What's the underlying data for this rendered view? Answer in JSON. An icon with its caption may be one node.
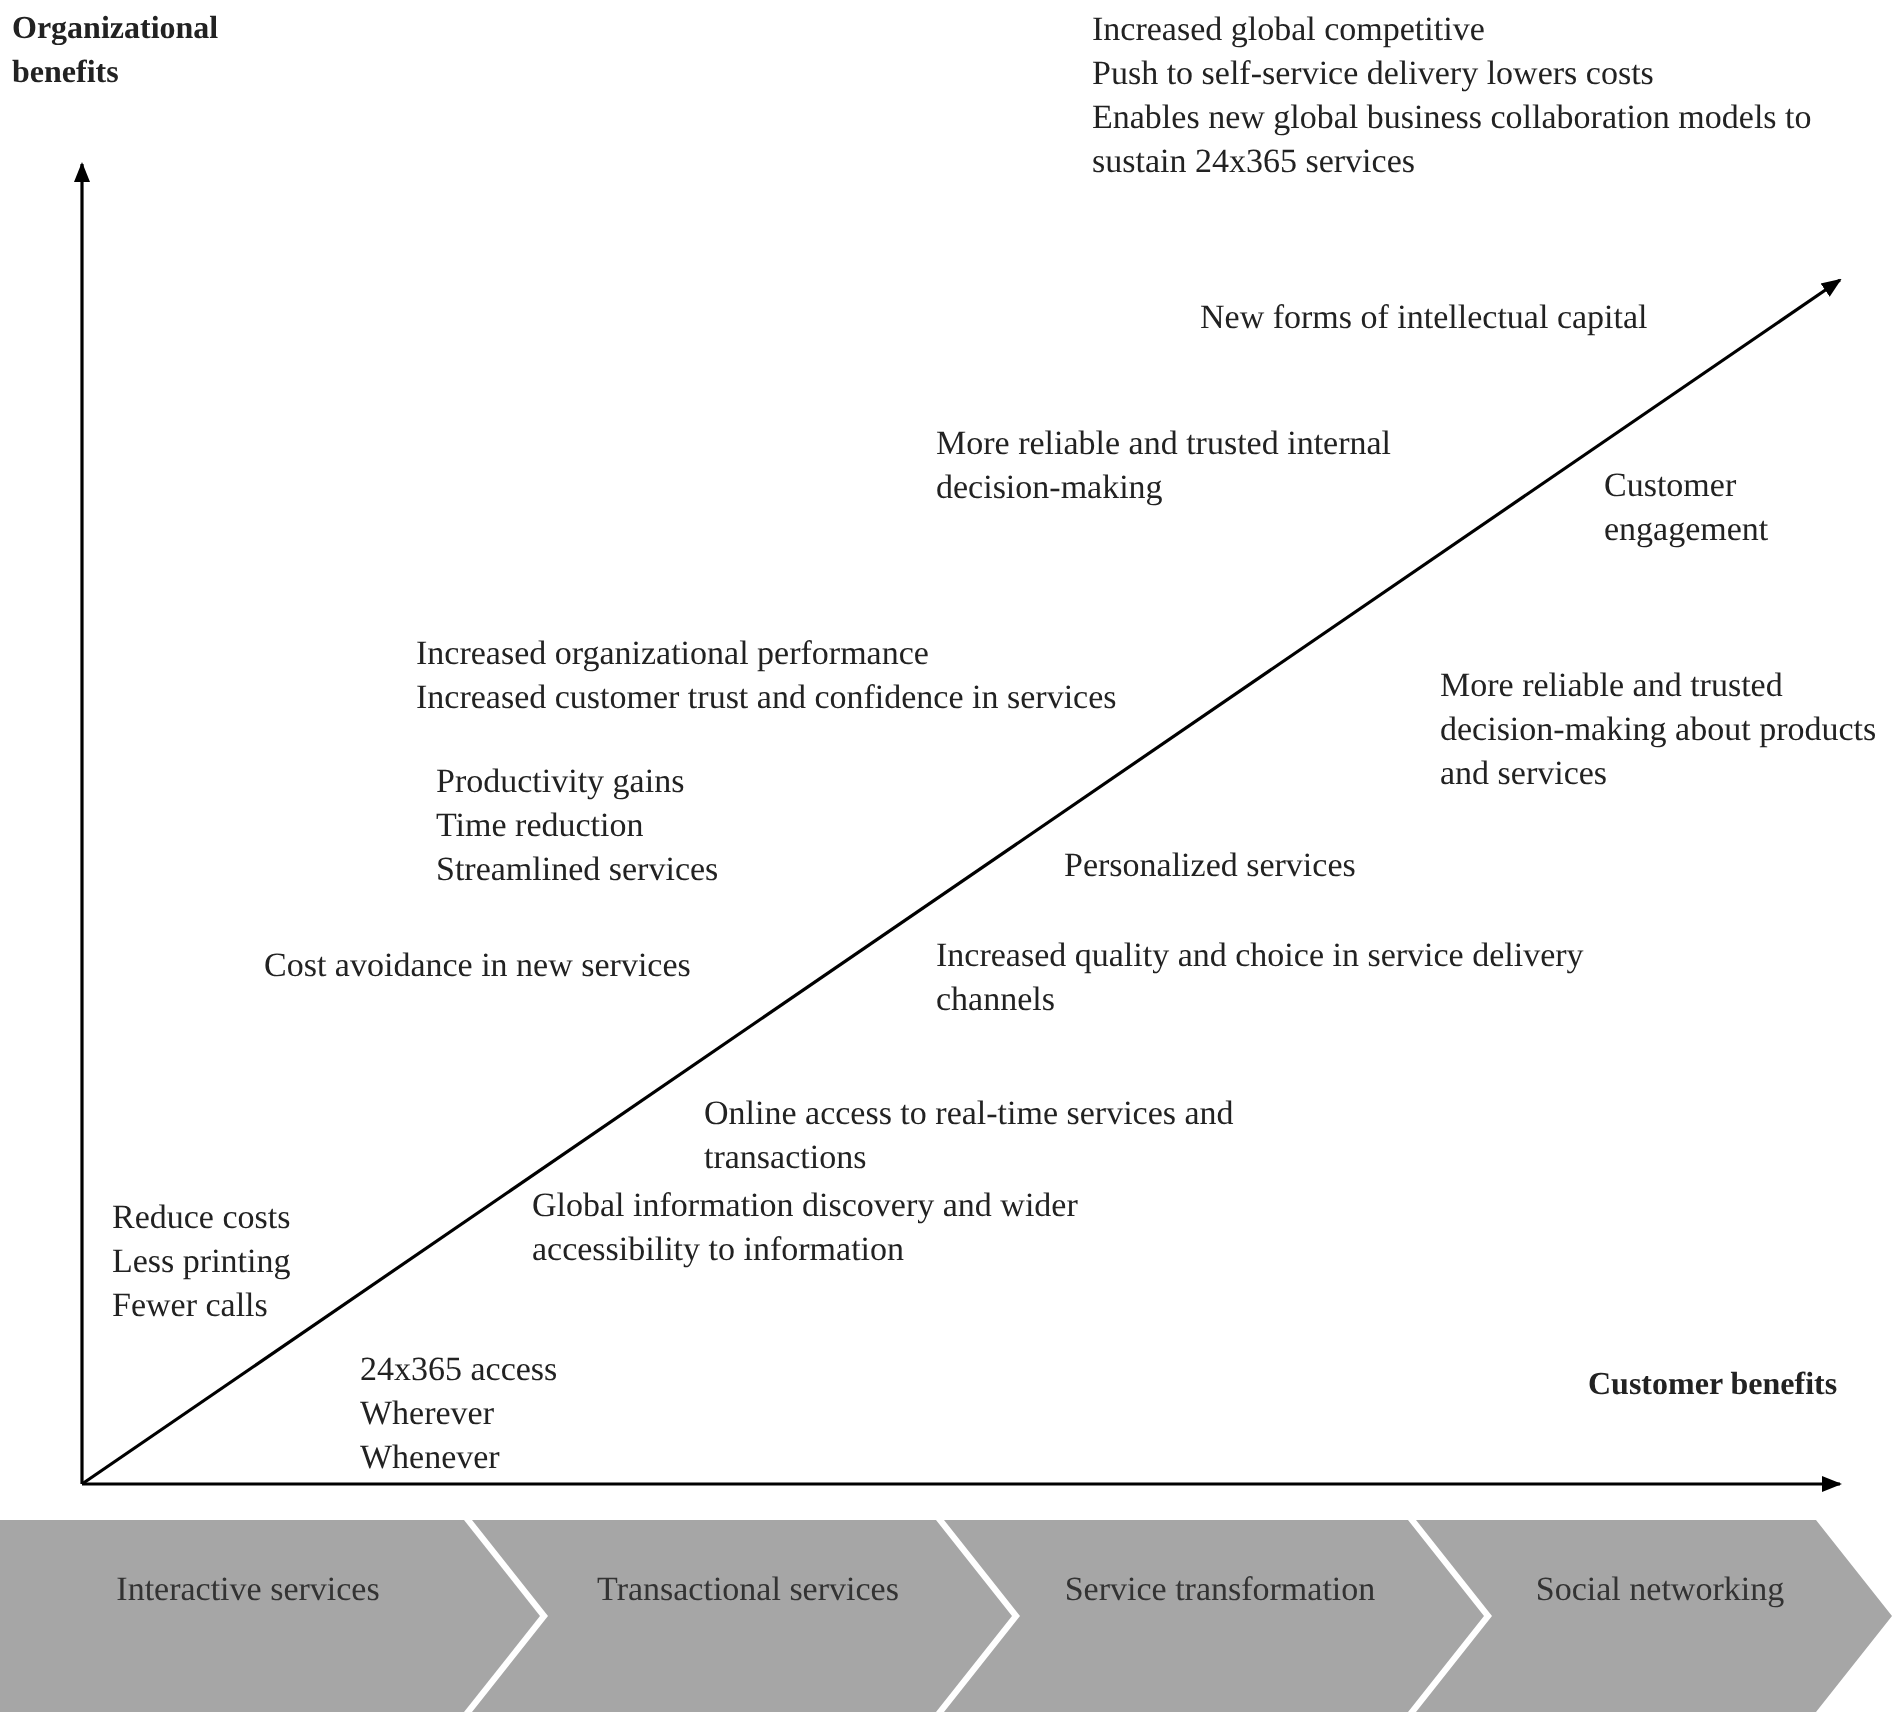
{
  "diagram": {
    "nodes": [
      {
        "text": [
          "Interactive services"
        ]
      },
      {
        "text": [
          "Transactional services"
        ]
      },
      {
        "text": [
          "Service transformation"
        ]
      },
      {
        "text": [
          "Social networking"
        ]
      }
    ],
    "edges": [],
    "labels": [
      "Organizational benefits",
      "Increased global competitive",
      "Push to self-service delivery lowers costs",
      "Enables new global business collaboration models to sustain 24x365 services",
      "New forms of intellectual capital",
      "More reliable and trusted internal decision-making",
      "Customer engagement",
      "Increased organizational performance",
      "Increased customer trust and confidence in services",
      "More reliable and trusted decision-making about products and services",
      "Productivity gains",
      "Time reduction",
      "Streamlined services",
      "Personalized services",
      "Increased quality and choice in service delivery channels",
      "Cost avoidance in new services",
      "Online access to real-time services and transactions",
      "Reduce costs",
      "Less printing",
      "Fewer calls",
      "Global information discovery and wider accessibility to information",
      "24x365 access",
      "Wherever",
      "Whenever",
      "Customer benefits"
    ]
  }
}
